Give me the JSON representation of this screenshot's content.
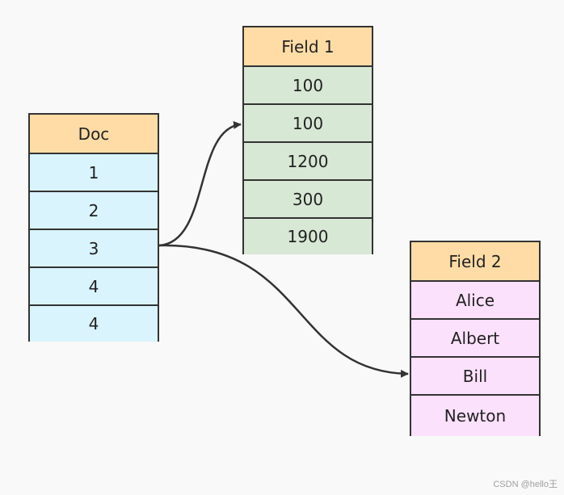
{
  "doc_table": {
    "header": "Doc",
    "rows": [
      "1",
      "2",
      "3",
      "4",
      "4"
    ]
  },
  "field1_table": {
    "header": "Field 1",
    "rows": [
      "100",
      "100",
      "1200",
      "300",
      "1900"
    ]
  },
  "field2_table": {
    "header": "Field 2",
    "rows": [
      "Alice",
      "Albert",
      "Bill",
      "Newton"
    ]
  },
  "colors": {
    "header": "#ffdca5",
    "doc_rows": "#d9f4fd",
    "field1_rows": "#d7e8d4",
    "field2_rows": "#fce1fc",
    "border": "#333333"
  },
  "watermark": "CSDN @hello王"
}
